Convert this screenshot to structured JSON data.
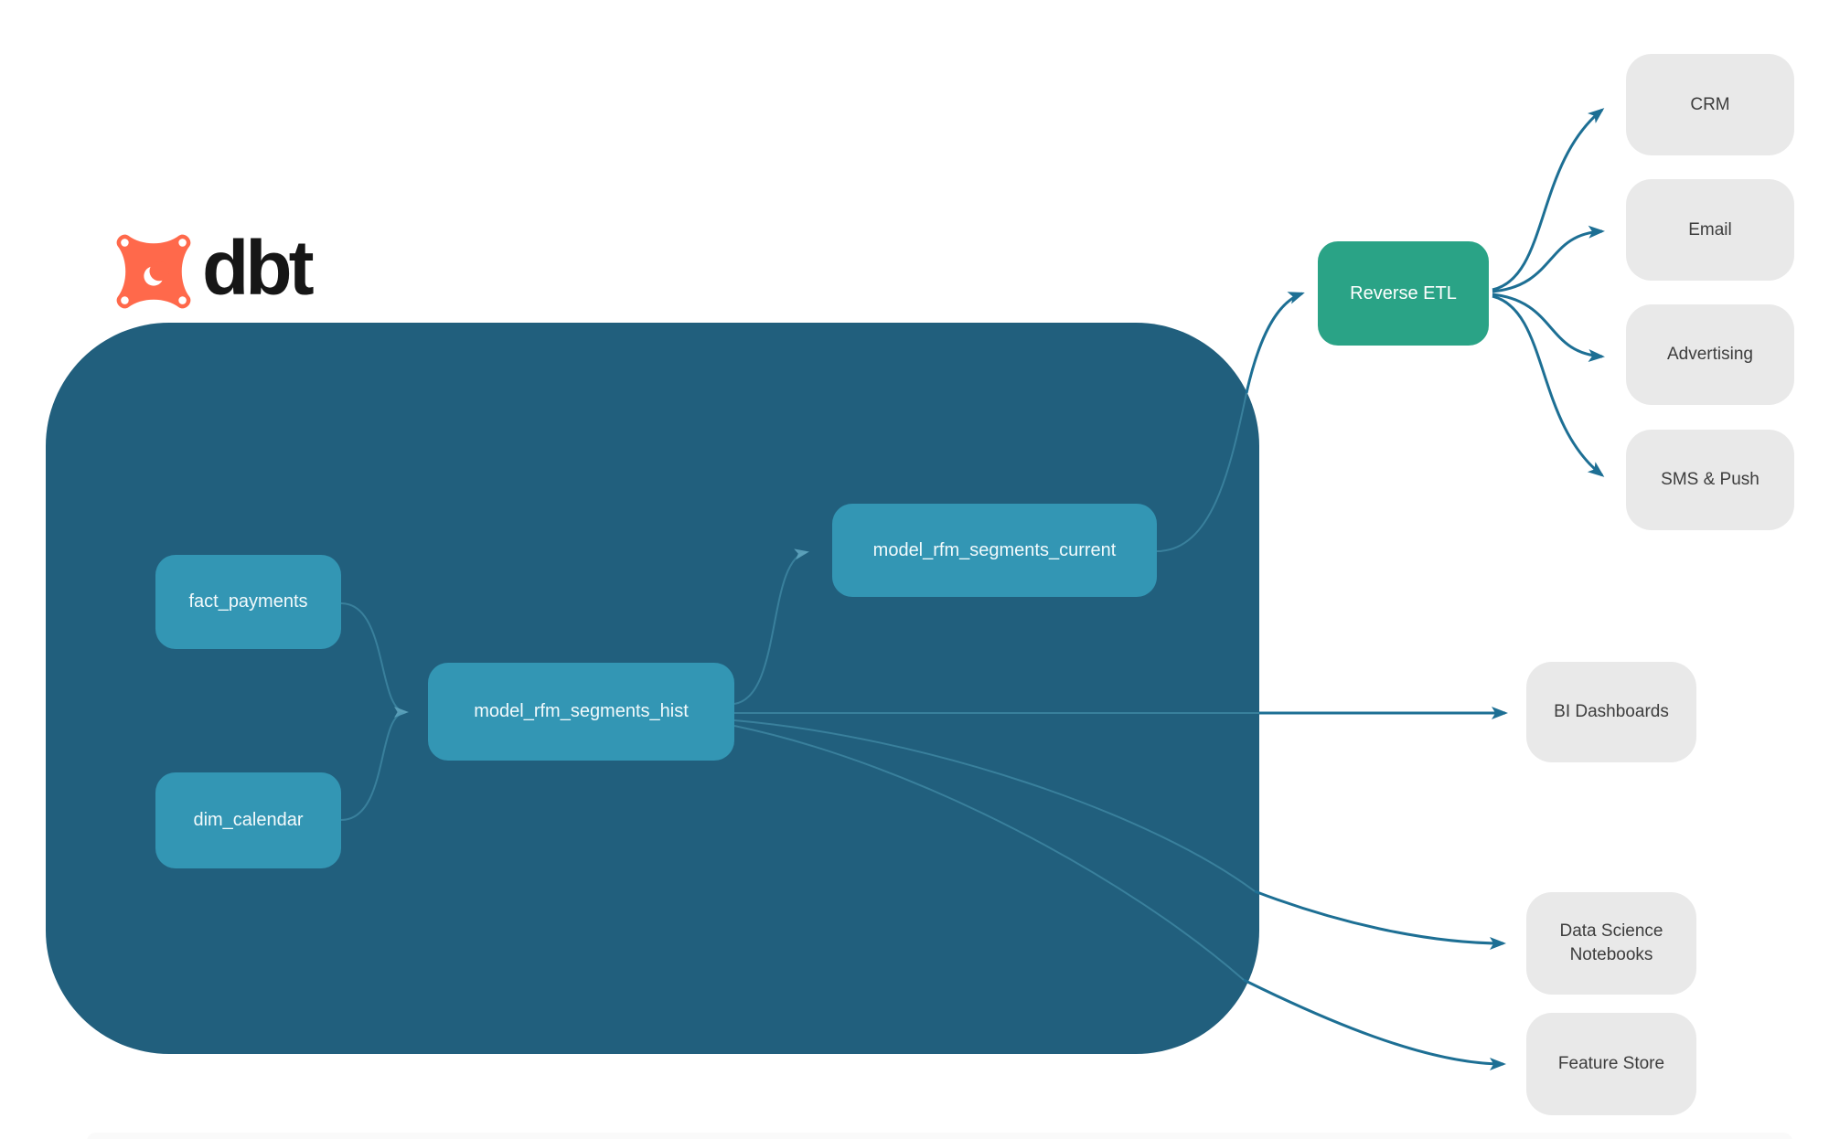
{
  "brand": {
    "wordmark": "dbt"
  },
  "colors": {
    "logo_orange": "#ff694b",
    "warehouse_container": "#215f7d",
    "model_node": "#3396b4",
    "reverse_etl_node": "#2aa386",
    "destination_node": "#e9e9e9",
    "destination_text": "#3d3d3d",
    "arrow_outside": "#1d6f94",
    "arrow_inside": "#4f9ab6"
  },
  "nodes": {
    "fact_payments": {
      "label": "fact_payments"
    },
    "dim_calendar": {
      "label": "dim_calendar"
    },
    "model_rfm_segments_hist": {
      "label": "model_rfm_segments_hist"
    },
    "model_rfm_segments_current": {
      "label": "model_rfm_segments_current"
    },
    "reverse_etl": {
      "label": "Reverse ETL"
    },
    "crm": {
      "label": "CRM"
    },
    "email": {
      "label": "Email"
    },
    "advertising": {
      "label": "Advertising"
    },
    "sms_push": {
      "label": "SMS & Push"
    },
    "bi_dashboards": {
      "label": "BI Dashboards"
    },
    "data_science_notebooks": {
      "label": "Data Science Notebooks"
    },
    "feature_store": {
      "label": "Feature Store"
    }
  },
  "edges": [
    {
      "from": "fact_payments",
      "to": "model_rfm_segments_hist"
    },
    {
      "from": "dim_calendar",
      "to": "model_rfm_segments_hist"
    },
    {
      "from": "model_rfm_segments_hist",
      "to": "model_rfm_segments_current"
    },
    {
      "from": "model_rfm_segments_current",
      "to": "reverse_etl"
    },
    {
      "from": "reverse_etl",
      "to": "crm"
    },
    {
      "from": "reverse_etl",
      "to": "email"
    },
    {
      "from": "reverse_etl",
      "to": "advertising"
    },
    {
      "from": "reverse_etl",
      "to": "sms_push"
    },
    {
      "from": "model_rfm_segments_hist",
      "to": "bi_dashboards"
    },
    {
      "from": "model_rfm_segments_hist",
      "to": "data_science_notebooks"
    },
    {
      "from": "model_rfm_segments_hist",
      "to": "feature_store"
    }
  ]
}
